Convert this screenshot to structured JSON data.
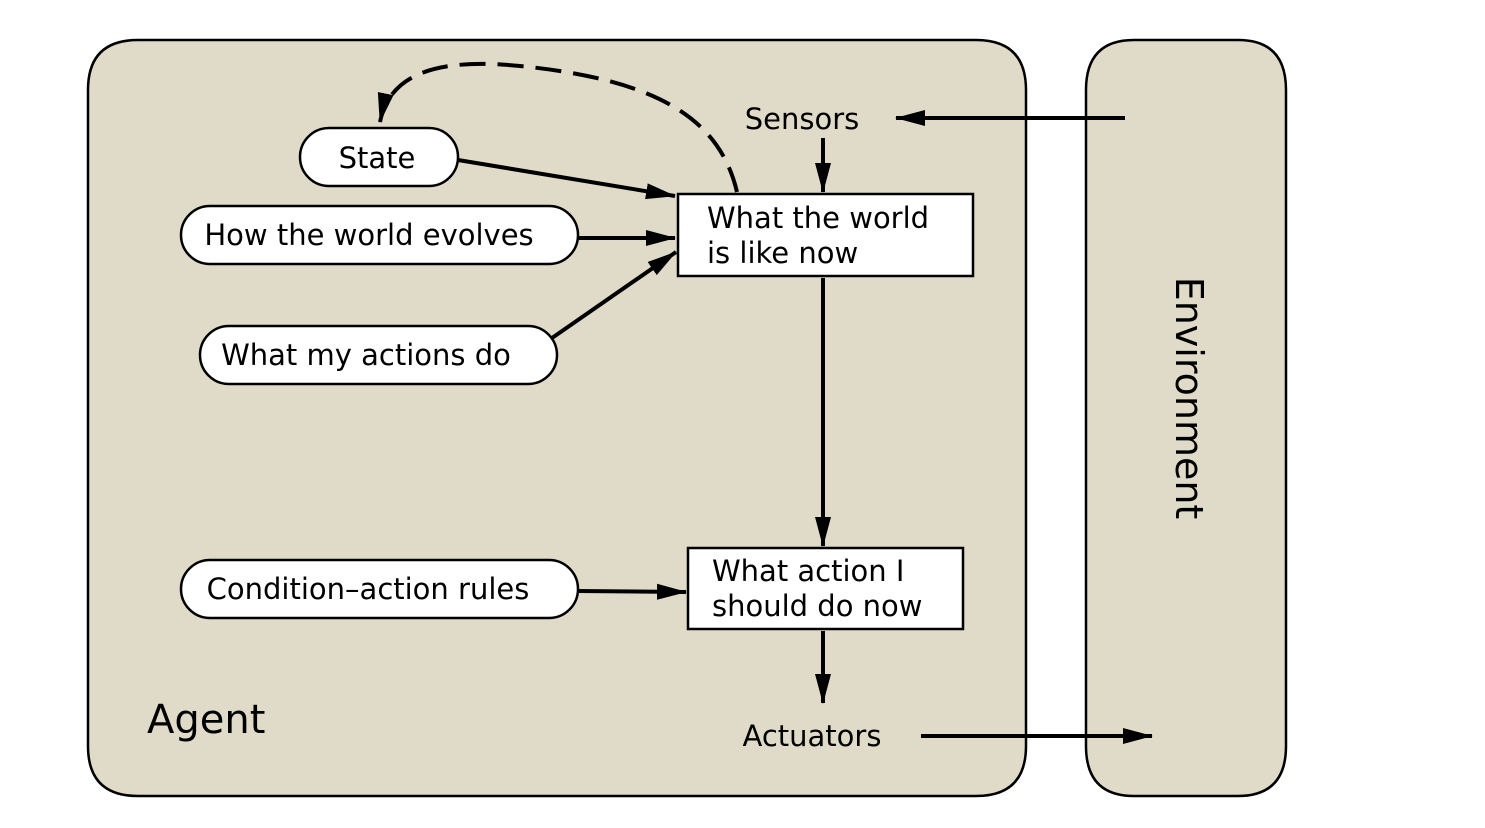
{
  "diagram": {
    "agent_label": "Agent",
    "environment_label": "Environment",
    "sensors_label": "Sensors",
    "actuators_label": "Actuators",
    "state_label": "State",
    "world_evolves_label": "How the world evolves",
    "actions_do_label": "What my actions do",
    "rules_label": "Condition–action rules",
    "world_now_line1": "What the world",
    "world_now_line2": "is like now",
    "action_now_line1": "What action I",
    "action_now_line2": "should do now"
  },
  "colors": {
    "panel_fill": "#e0dbc9",
    "box_fill": "#ffffff",
    "stroke": "#000000"
  }
}
